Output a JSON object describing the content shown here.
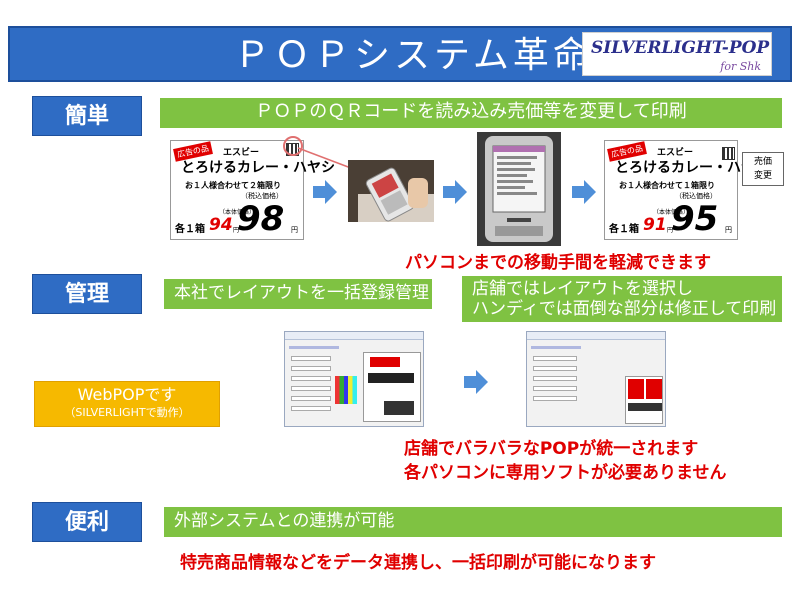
{
  "header": {
    "title": "ＰＯＰシステム革命",
    "logo_text": "SILVERLIGHT-POP",
    "logo_sub": "for Shk"
  },
  "sections": {
    "easy": {
      "label": "簡単",
      "banner": "ＰＯＰのＱＲコードを読み込み売価等を変更して印刷",
      "note": "パソコンまでの移動手間を軽減できます"
    },
    "manage": {
      "label": "管理",
      "banner_left": "本社でレイアウトを一括登録管理",
      "banner_right_line1": "店舗ではレイアウトを選択し",
      "banner_right_line2": "ハンディでは面倒な部分は修正して印刷",
      "webpop_title": "WebPOPです",
      "webpop_sub": "（SILVERLIGHTで動作）",
      "note_line1": "店舗でバラバラなPOPが統一されます",
      "note_line2": "各パソコンに専用ソフトが必要ありません"
    },
    "convenient": {
      "label": "便利",
      "banner": "外部システムとの連携が可能",
      "note": "特売商品情報などをデータ連携し、一括印刷が可能になります"
    }
  },
  "pop_before": {
    "ribbon": "広告の品",
    "brand": "エスビー",
    "name": "とろけるカレー・ハヤシ",
    "desc": "お１人様合わせて２箱限り",
    "tax_note": "（税込価格）",
    "each": "各１箱",
    "small_price": "94",
    "small_yen": "円",
    "tax_small": "（本体価格）",
    "big_price": "98",
    "big_yen": "円"
  },
  "pop_after": {
    "ribbon": "広告の品",
    "brand": "エスビー",
    "name": "とろけるカレー・ハヤシ",
    "desc": "お１人様合わせて１箱限り",
    "tax_note": "（税込価格）",
    "each": "各１箱",
    "small_price": "91",
    "small_yen": "円",
    "tax_small": "（本体価格）",
    "big_price": "95",
    "big_yen": "円",
    "change_label_1": "売価",
    "change_label_2": "変更"
  },
  "colors": {
    "header_blue": "#2f6cc4",
    "banner_green": "#7fc242",
    "accent_red": "#e00000",
    "webpop_orange": "#f6b900"
  }
}
